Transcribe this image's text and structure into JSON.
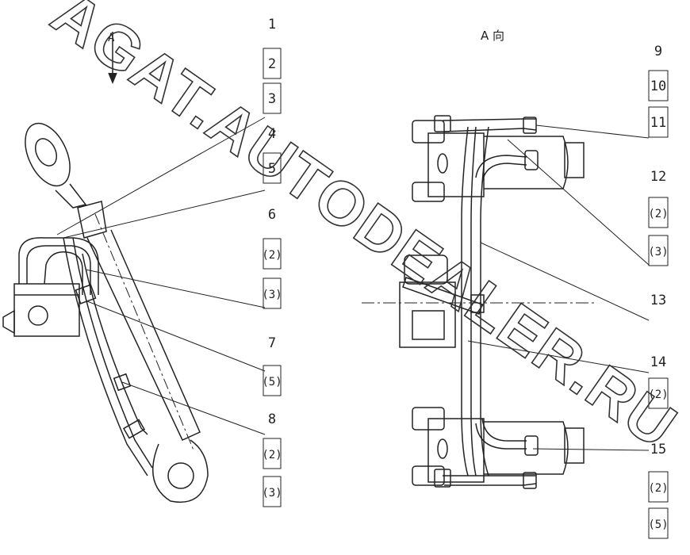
{
  "view_label": "A 向",
  "view_arrow_label": "A",
  "watermark": "AGAT.AUTODEALER.RU",
  "left_callouts": [
    {
      "id": "c1",
      "text": "1",
      "boxed": false
    },
    {
      "id": "c2",
      "text": "2",
      "boxed": true
    },
    {
      "id": "c3",
      "text": "3",
      "boxed": true
    },
    {
      "id": "c4",
      "text": "4",
      "boxed": false
    },
    {
      "id": "c5",
      "text": "5",
      "boxed": true
    },
    {
      "id": "c6",
      "text": "6",
      "boxed": false
    },
    {
      "id": "c7",
      "text": "(2)",
      "boxed": true
    },
    {
      "id": "c8",
      "text": "(3)",
      "boxed": true
    },
    {
      "id": "c9",
      "text": "7",
      "boxed": false
    },
    {
      "id": "c10",
      "text": "(5)",
      "boxed": true
    },
    {
      "id": "c11",
      "text": "8",
      "boxed": false
    },
    {
      "id": "c12",
      "text": "(2)",
      "boxed": true
    },
    {
      "id": "c13",
      "text": "(3)",
      "boxed": true
    }
  ],
  "right_callouts": [
    {
      "id": "r1",
      "text": "9",
      "boxed": false
    },
    {
      "id": "r2",
      "text": "10",
      "boxed": true
    },
    {
      "id": "r3",
      "text": "11",
      "boxed": true
    },
    {
      "id": "r4",
      "text": "12",
      "boxed": false
    },
    {
      "id": "r5",
      "text": "(2)",
      "boxed": true
    },
    {
      "id": "r6",
      "text": "(3)",
      "boxed": true
    },
    {
      "id": "r7",
      "text": "13",
      "boxed": false
    },
    {
      "id": "r8",
      "text": "14",
      "boxed": false
    },
    {
      "id": "r9",
      "text": "(2)",
      "boxed": true
    },
    {
      "id": "r10",
      "text": "15",
      "boxed": false
    },
    {
      "id": "r11",
      "text": "(2)",
      "boxed": true
    },
    {
      "id": "r12",
      "text": "(5)",
      "boxed": true
    }
  ]
}
